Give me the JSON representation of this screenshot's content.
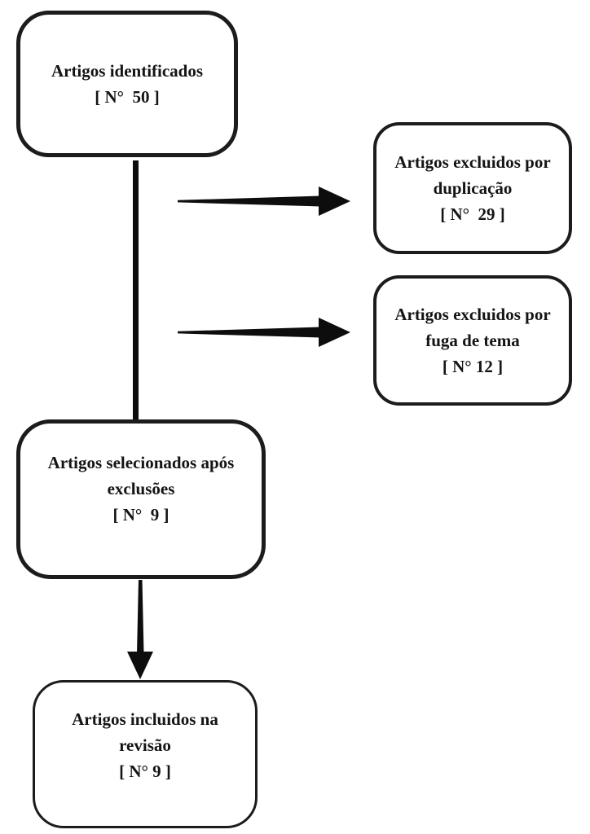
{
  "diagram": {
    "type": "flowchart",
    "language": "pt",
    "boxes": {
      "identified": {
        "lines": [
          "Artigos identificados",
          "[ N°  50 ]"
        ],
        "count": 50
      },
      "excluded_duplication": {
        "lines": [
          "Artigos excluidos por",
          "duplicação",
          "[ N°  29 ]"
        ],
        "count": 29
      },
      "excluded_theme": {
        "lines": [
          "Artigos excluidos por",
          "fuga de tema",
          "[ N° 12 ]"
        ],
        "count": 12
      },
      "selected_after_exclusions": {
        "lines": [
          "Artigos selecionados após",
          "exclusões",
          "[ N°  9 ]"
        ],
        "count": 9
      },
      "included_in_review": {
        "lines": [
          "Artigos incluidos na",
          "revisão",
          "[ N° 9 ]"
        ],
        "count": 9
      }
    },
    "colors": {
      "border": "#1c1c1c",
      "background": "#ffffff",
      "text": "#141414",
      "arrow": "#0d0d0d"
    }
  }
}
